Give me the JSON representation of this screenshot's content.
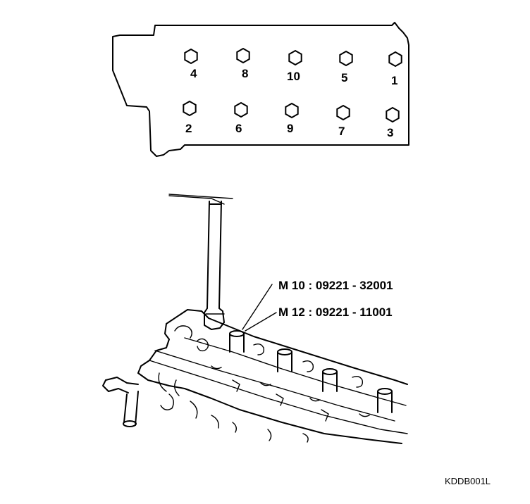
{
  "tightening_sequence": {
    "bolts": [
      {
        "label": "4"
      },
      {
        "label": "8"
      },
      {
        "label": "10"
      },
      {
        "label": "5"
      },
      {
        "label": "1"
      },
      {
        "label": "2"
      },
      {
        "label": "6"
      },
      {
        "label": "9"
      },
      {
        "label": "7"
      },
      {
        "label": "3"
      }
    ]
  },
  "callouts": [
    {
      "text": "M 10 : 09221 - 32001"
    },
    {
      "text": "M 12 : 09221 - 11001"
    }
  ],
  "figure_code": "KDDB001L"
}
